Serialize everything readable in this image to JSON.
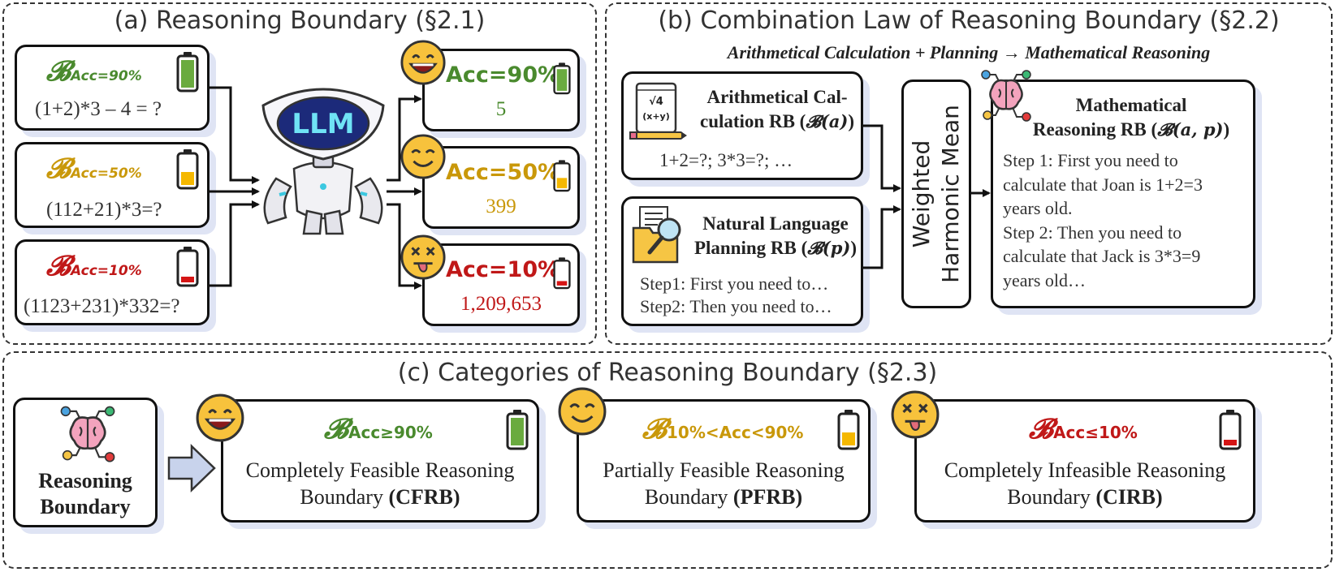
{
  "colors": {
    "green": "#4a8a2e",
    "yellow": "#c9980a",
    "red": "#c01818",
    "battery_green": "#6aab3f",
    "battery_yellow": "#f5b800",
    "battery_red": "#d51515",
    "shadow": "#dfe4f4"
  },
  "panel_a": {
    "title": "(a) Reasoning Boundary (§2.1)",
    "inputs": [
      {
        "symbol": "𝓑",
        "sub": "Acc=90%",
        "expression": "(1+2)*3 – 4 = ?",
        "color": "#4a8a2e",
        "battery": "battery-full-icon"
      },
      {
        "symbol": "𝓑",
        "sub": "Acc=50%",
        "expression": "(112+21)*3=?",
        "color": "#c9980a",
        "battery": "battery-half-icon"
      },
      {
        "symbol": "𝓑",
        "sub": "Acc=10%",
        "expression": "(1123+231)*332=?",
        "color": "#c01818",
        "battery": "battery-low-icon"
      }
    ],
    "robot_label": "LLM",
    "outputs": [
      {
        "acc": "Acc=90%",
        "answer": "5",
        "color": "#4a8a2e",
        "emoji": "laughing-emoji-icon"
      },
      {
        "acc": "Acc=50%",
        "answer": "399",
        "color": "#c9980a",
        "emoji": "smiling-emoji-icon"
      },
      {
        "acc": "Acc=10%",
        "answer": "1,209,653",
        "color": "#c01818",
        "emoji": "dizzy-emoji-icon"
      }
    ]
  },
  "panel_b": {
    "title": "(b) Combination Law of Reasoning Boundary (§2.2)",
    "subtitle": "Arithmetical Calculation + Planning → Mathematical Reasoning",
    "arith": {
      "title_l1": "Arithmetical Cal-",
      "title_l2": "culation RB (",
      "title_sym": "𝓑(𝒂)",
      "title_end": ")",
      "example": "1+2=?; 3*3=?; …"
    },
    "planning": {
      "title_l1": "Natural Language",
      "title_l2": "Planning RB (",
      "title_sym": "𝓑(𝒑)",
      "title_end": ")",
      "example_1": "Step1: First you need to…",
      "example_2": "Step2: Then you need to…"
    },
    "combiner": {
      "line1": "Weighted",
      "line2": "Harmonic Mean"
    },
    "math": {
      "title_l1": "Mathematical",
      "title_l2": "Reasoning RB (",
      "title_sym": "𝓑(𝒂, 𝒑)",
      "title_end": ")",
      "lines": [
        "Step 1: First you need to",
        "calculate that Joan is 1+2=3",
        "years old.",
        "Step 2: Then you need to",
        "calculate that Jack is 3*3=9",
        "years old…"
      ]
    }
  },
  "panel_c": {
    "title": "(c) Categories of Reasoning Boundary (§2.3)",
    "source": {
      "line1": "Reasoning",
      "line2": "Boundary"
    },
    "categories": [
      {
        "symbol": "𝓑",
        "sub": "Acc≥90%",
        "line1": "Completely Feasible Reasoning",
        "line2": "Boundary ",
        "abbr": "(CFRB)",
        "color": "#4a8a2e"
      },
      {
        "symbol": "𝓑",
        "sub": "10%<Acc<90%",
        "line1": "Partially Feasible Reasoning",
        "line2": "Boundary ",
        "abbr": "(PFRB)",
        "color": "#c9980a"
      },
      {
        "symbol": "𝓑",
        "sub": "Acc≤10%",
        "line1": "Completely Infeasible Reasoning",
        "line2": "Boundary ",
        "abbr": "(CIRB)",
        "color": "#c01818"
      }
    ]
  }
}
